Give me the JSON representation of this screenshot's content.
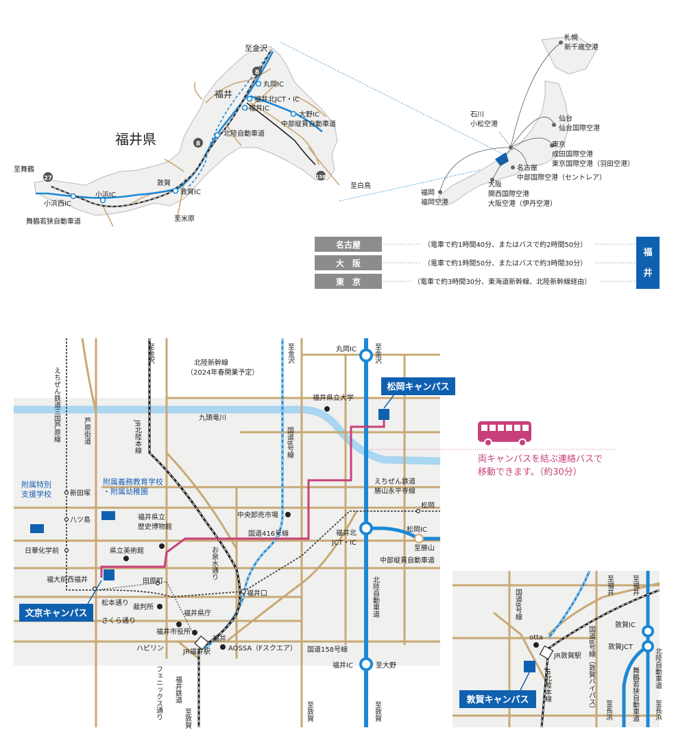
{
  "colors": {
    "road": "#c8a874",
    "expressway": "#1b88d6",
    "river": "#a9d6f0",
    "area": "#f0f0ef",
    "campus": "#1060b0",
    "bus": "#c8407a",
    "table_gray": "#8c8c8c",
    "fukui_box": "#1060b0"
  },
  "overview": {
    "prefecture": "福井県",
    "labels": {
      "to_kanazawa": "至金沢",
      "fukui": "福井",
      "maruoka_ic": "丸岡IC",
      "fukuikita_jct": "福井北JCT・IC",
      "fukui_ic": "福井IC",
      "ono_ic": "大野IC",
      "chubu_juukan": "中部縦貫自動車道",
      "hokuriku_exp": "北陸自動車道",
      "to_shirotori": "至白鳥",
      "tsuruga": "敦賀",
      "tsuruga_ic": "敦賀IC",
      "to_maibara": "至米原",
      "obama_ic": "小浜IC",
      "obamanishi_ic": "小浜西IC",
      "to_maizuru": "至舞鶴",
      "maizuru_exp": "舞鶴若狭自動車道"
    },
    "route_shields": [
      "8",
      "8",
      "27",
      "158"
    ]
  },
  "japan": {
    "airports": [
      {
        "city": "札幌",
        "name": "新千歳空港"
      },
      {
        "city": "仙台",
        "name": "仙台国際空港"
      },
      {
        "city": "東京",
        "name": "成田国際空港"
      },
      {
        "city": "",
        "name": "東京国際空港（羽田空港）"
      },
      {
        "city": "名古屋",
        "name": "中部国際空港（セントレア）"
      },
      {
        "city": "大阪",
        "name": "関西国際空港"
      },
      {
        "city": "",
        "name": "大阪空港（伊丹空港）"
      },
      {
        "city": "福岡",
        "name": "福岡空港"
      },
      {
        "city": "石川",
        "name": "小松空港"
      }
    ]
  },
  "access_table": {
    "rows": [
      {
        "city": "名古屋",
        "note": "（電車で約1時間40分、またはバスで約2時間50分）"
      },
      {
        "city": "大　阪",
        "note": "（電車で約1時間50分、またはバスで約3時間30分）"
      },
      {
        "city": "東　京",
        "note": "（電車で約3時間30分、東海道新幹線、北陸新幹線経由）"
      }
    ],
    "dest": [
      "福",
      "井"
    ]
  },
  "city_map": {
    "campuses": {
      "bunkyo": "文京キャンパス",
      "matsuoka": "松岡キャンパス",
      "tsuruga": "敦賀キャンパス"
    },
    "bus_note": [
      "両キャンパスを結ぶ連絡バスで",
      "移動できます。（約30分）"
    ],
    "labels": {
      "to_kanazawa_1": "至金沢",
      "to_kanazawa_2": "至金沢",
      "to_kanazawa_3": "至金沢",
      "maruoka_ic": "丸岡IC",
      "shinkansen": "北陸新幹線",
      "shinkansen_note": "（2024年春開業予定）",
      "pref_univ": "福井県立大学",
      "kuzuryu": "九頭竜川",
      "jr_line": "JR北陸本線",
      "echizen_mikuni": "えちぜん鉄道三国芦原線",
      "ashiwara_st": "芦原街道",
      "kokudo8": "国道8号線",
      "fuzoku_tokubetsu": [
        "附属特別",
        "支援学校"
      ],
      "fuzoku_gimu": [
        "附属義務教育学校",
        "・附属幼稚園"
      ],
      "shintawara": "新田塚",
      "yatsushima": "八ツ島",
      "nikka": "日華化学前",
      "fukuidaimae": "福大前西福井",
      "rekishi": [
        "福井県立",
        "歴史博物館"
      ],
      "bijutsukan": "県立美術館",
      "oshozu": "お泉水通り",
      "chuo_market": "中央卸売市場",
      "kokudo416": "国道416号線",
      "katsuyama_line": [
        "えちぜん鉄道",
        "勝山永平寺線"
      ],
      "matsuoka_st": "松岡",
      "fukuikita": [
        "福井北",
        "JCT・IC"
      ],
      "matsuoka_ic": "松岡IC",
      "to_katsuyama": "至勝山",
      "chubu_juukan": "中部縦貫自動車道",
      "hokuriku_exp": "北陸自動車道",
      "tawaramachi": "田原町",
      "fukuiguchi": "福井口",
      "matsumoto": "松本通り",
      "sakura": "さくら通り",
      "saibansho": "裁判所",
      "kencho": "福井県庁",
      "shiyakusho": "福井市役所",
      "happiring": "ハピリン",
      "jr_fukui": "JR福井駅",
      "fukui_st": "福井",
      "aossa": "AOSSA（Fスクエア）",
      "kokudo158": "国道158号線",
      "fukui_ic": "福井IC",
      "to_ono": "至大野",
      "phoenix": "フェニックス通り",
      "fukui_tetsudo": "福井鉄道",
      "to_tsuruga_1": "至敦賀",
      "to_tsuruga_2": "至敦賀",
      "to_tsuruga_3": "至敦賀"
    }
  },
  "tsuruga_map": {
    "labels": {
      "kokudo8": "国道8号線",
      "to_fukui_1": "至福井",
      "to_fukui_2": "至福井",
      "tsuruga_ic": "敦賀IC",
      "tsuruga_jct": "敦賀JCT",
      "otta": "otta",
      "jr_tsuruga": "JR敦賀駅",
      "jr_hokuriku": "JR北陸本線",
      "kokudo8_bypass": "国道8号線（敦賀バイパス）",
      "hokuriku_exp": "北陸自動車道",
      "maizuru_exp": "舞鶴若狭自動車道",
      "to_nagahama_1": "至長浜",
      "to_nagahama_2": "至長浜"
    }
  }
}
